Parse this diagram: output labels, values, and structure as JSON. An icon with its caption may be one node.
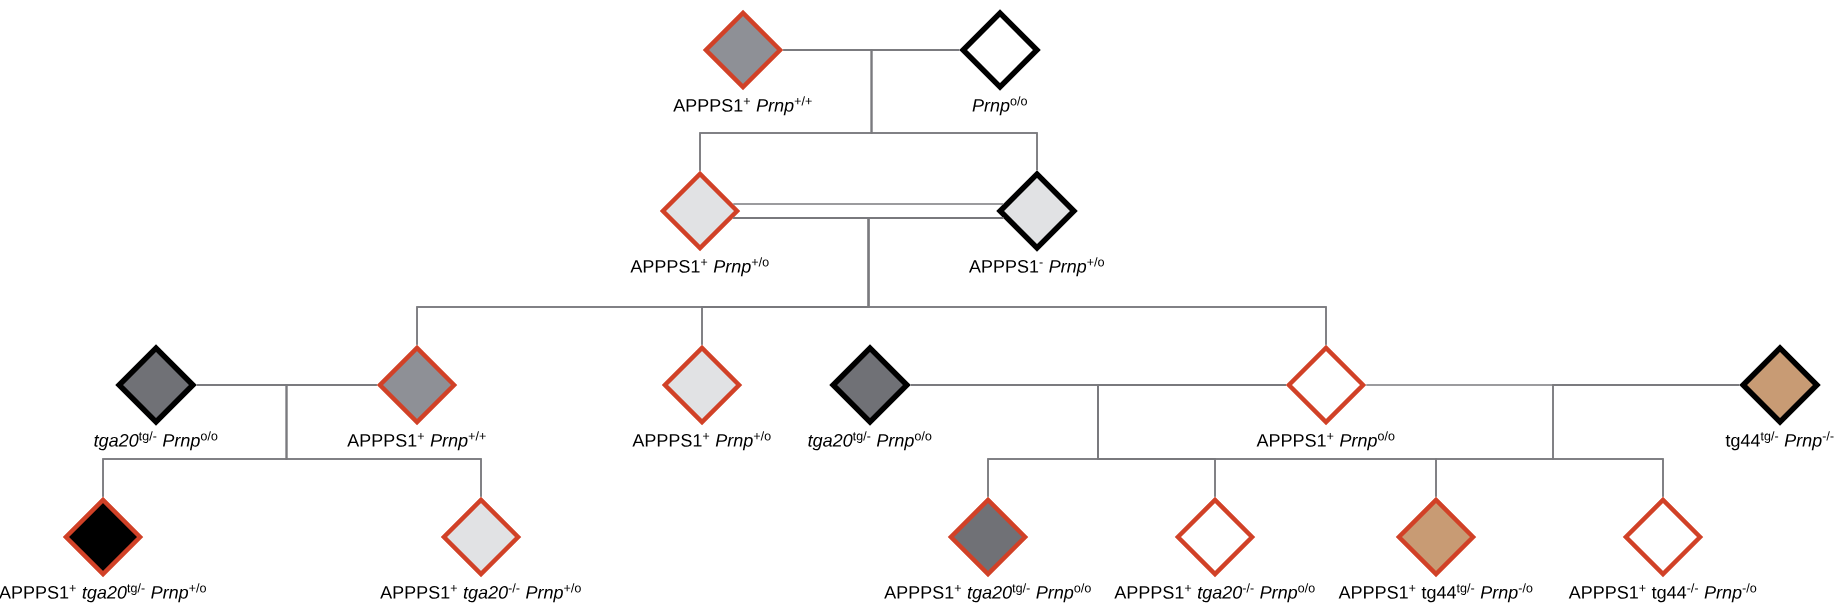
{
  "diagram": {
    "nodes": [
      {
        "text": [
          "APPPS1$^{+}$ *Prnp*$^{+/+}$"
        ]
      },
      {
        "text": [
          "*Prnp*$^{o/o}$"
        ]
      },
      {
        "text": [
          "APPPS1$^{+}$ *Prnp*$^{+/o}$"
        ]
      },
      {
        "text": [
          "APPPS1$^{-}$ *Prnp*$^{+/o}$"
        ]
      },
      {
        "text": [
          "*tga20*$^{tg/-}$ *Prnp*$^{o/o}$"
        ]
      },
      {
        "text": [
          "APPPS1$^{+}$ *Prnp*$^{+/+}$"
        ]
      },
      {
        "text": [
          "APPPS1$^{+}$ *Prnp*$^{+/o}$"
        ]
      },
      {
        "text": [
          "*tga20*$^{tg/-}$ *Prnp*$^{o/o}$"
        ]
      },
      {
        "text": [
          "APPPS1$^{+}$ *Prnp*$^{o/o}$"
        ]
      },
      {
        "text": [
          "tg44$^{tg/-}$ *Prnp*$^{-/-}$"
        ]
      },
      {
        "text": [
          "APPPS1$^{+}$ *tga20*$^{tg/-}$ *Prnp*$^{+/o}$"
        ]
      },
      {
        "text": [
          "APPPS1$^{+}$ *tga20*$^{-/-}$ *Prnp*$^{+/o}$"
        ]
      },
      {
        "text": [
          "APPPS1$^{+}$ *tga20*$^{tg/-}$ *Prnp*$^{o/o}$"
        ]
      },
      {
        "text": [
          "APPPS1$^{+}$ *tga20*$^{-/-}$ *Prnp*$^{o/o}$"
        ]
      },
      {
        "text": [
          "APPPS1$^{+}$ tg44$^{tg/-}$ *Prnp*$^{-/o}$"
        ]
      },
      {
        "text": [
          "APPPS1$^{+}$ tg44$^{-/-}$ *Prnp*$^{-/o}$"
        ]
      }
    ],
    "edges": [
      {
        "from": 0,
        "to": 1,
        "arrow": "none"
      },
      {
        "from": 0,
        "to": 2,
        "arrow": "none"
      },
      {
        "from": 0,
        "to": 3,
        "arrow": "none"
      },
      {
        "from": 1,
        "to": 2,
        "arrow": "none"
      },
      {
        "from": 1,
        "to": 3,
        "arrow": "none"
      },
      {
        "from": 2,
        "to": 3,
        "arrow": "none"
      },
      {
        "from": 2,
        "to": 3,
        "arrow": "none"
      },
      {
        "from": 2,
        "to": 5,
        "arrow": "none"
      },
      {
        "from": 2,
        "to": 6,
        "arrow": "none"
      },
      {
        "from": 2,
        "to": 8,
        "arrow": "none"
      },
      {
        "from": 3,
        "to": 5,
        "arrow": "none"
      },
      {
        "from": 3,
        "to": 6,
        "arrow": "none"
      },
      {
        "from": 3,
        "to": 8,
        "arrow": "none"
      },
      {
        "from": 4,
        "to": 5,
        "arrow": "none"
      },
      {
        "from": 4,
        "to": 10,
        "arrow": "none"
      },
      {
        "from": 4,
        "to": 11,
        "arrow": "none"
      },
      {
        "from": 5,
        "to": 10,
        "arrow": "none"
      },
      {
        "from": 5,
        "to": 11,
        "arrow": "none"
      },
      {
        "from": 7,
        "to": 8,
        "arrow": "none"
      },
      {
        "from": 7,
        "to": 12,
        "arrow": "none"
      },
      {
        "from": 7,
        "to": 13,
        "arrow": "none"
      },
      {
        "from": 8,
        "to": 12,
        "arrow": "none"
      },
      {
        "from": 8,
        "to": 13,
        "arrow": "none"
      },
      {
        "from": 8,
        "to": 9,
        "arrow": "none"
      },
      {
        "from": 8,
        "to": 14,
        "arrow": "none"
      },
      {
        "from": 8,
        "to": 15,
        "arrow": "none"
      },
      {
        "from": 9,
        "to": 14,
        "arrow": "none"
      },
      {
        "from": 9,
        "to": 15,
        "arrow": "none"
      }
    ]
  }
}
